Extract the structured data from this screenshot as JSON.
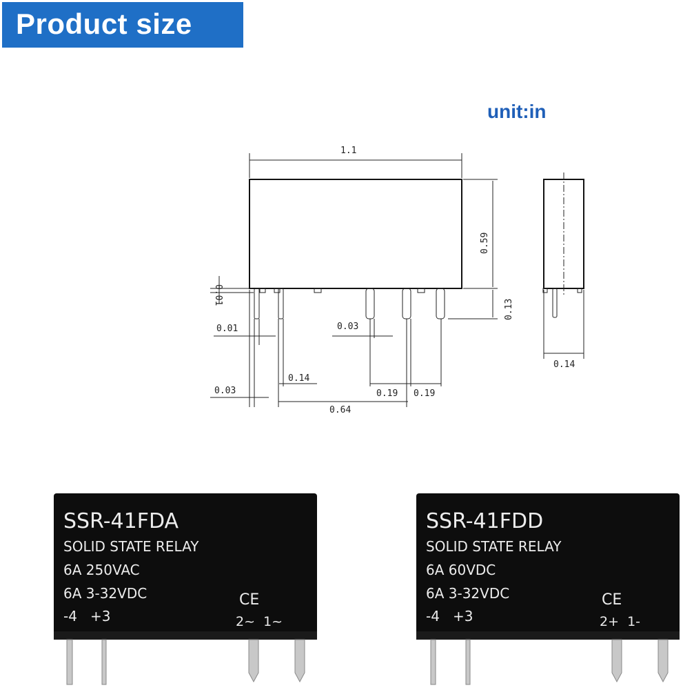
{
  "banner": {
    "title": "Product size",
    "bg_color": "#1f6fc6"
  },
  "unit": {
    "label": "unit:in",
    "color": "#1f5fb8"
  },
  "dimensions": {
    "length": "1.1",
    "height": "0.59",
    "pin_length": "0.13",
    "offset_top": "0.01",
    "pin_width_left": "0.01",
    "pin_width_mid": "0.03",
    "pin_offset_left": "0.03",
    "pin_spacing_left": "0.14",
    "pin_spacing_main": "0.64",
    "pin_spacing_right_a": "0.19",
    "pin_spacing_right_b": "0.19",
    "side_width": "0.14"
  },
  "relays": [
    {
      "model": "SSR-41FDA",
      "type": "SOLID STATE RELAY",
      "rating_load": "6A  250VAC",
      "rating_control": "6A 3-32VDC",
      "pins_left": "-4   +3",
      "pins_right": "2~  1~",
      "mark": "CE"
    },
    {
      "model": "SSR-41FDD",
      "type": "SOLID STATE RELAY",
      "rating_load": "6A  60VDC",
      "rating_control": "6A 3-32VDC",
      "pins_left": "-4   +3",
      "pins_right": "2+  1-",
      "mark": "CE"
    }
  ]
}
